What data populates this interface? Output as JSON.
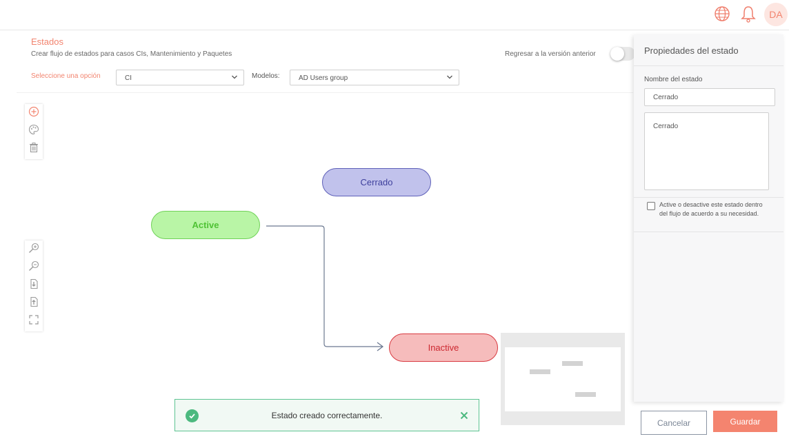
{
  "header": {
    "title": "Estados",
    "subtitle": "Crear flujo de estados para casos CIs, Mantenimiento y Paquetes",
    "revert_label": "Regresar a la versión anterior",
    "avatar_initials": "DA"
  },
  "filters": {
    "option_label": "Seleccione una opción",
    "option_value": "CI",
    "models_label": "Modelos:",
    "models_value": "AD Users group"
  },
  "toolbar": {
    "top": [
      "plus-circle-icon",
      "palette-icon",
      "trash-icon"
    ],
    "bottom": [
      "zoom-in-icon",
      "zoom-out-icon",
      "import-icon",
      "export-icon",
      "fullscreen-icon"
    ]
  },
  "diagram": {
    "nodes": {
      "cerrado": "Cerrado",
      "active": "Active",
      "inactive": "Inactive"
    }
  },
  "toast": {
    "message": "Estado creado correctamente."
  },
  "panel": {
    "title": "Propiedades del estado",
    "name_label": "Nombre del estado",
    "name_value": "Cerrado",
    "description_value": "Cerrado",
    "checkbox_label": "Active o desactive este estado dentro del flujo de acuerdo a su necesidad.",
    "cancel_label": "Cancelar",
    "save_label": "Guardar"
  },
  "colors": {
    "accent": "#f4846f",
    "success": "#4cb97f"
  }
}
